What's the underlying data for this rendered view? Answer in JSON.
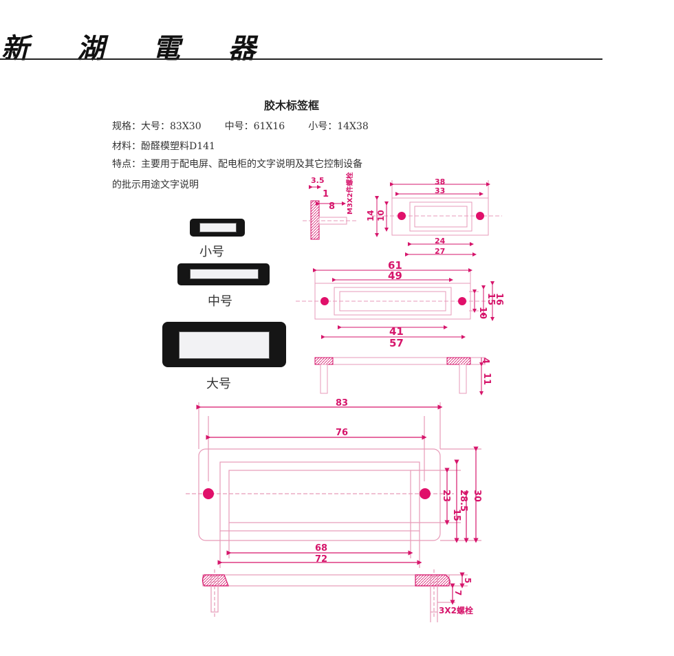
{
  "brand": "新 湖 電 器",
  "title": "胶木标签框",
  "spec": {
    "label": "规格：",
    "large": "大号：83X30",
    "medium": "中号：61X16",
    "small": "小号：14X38"
  },
  "material": "材料：酚醛模塑料D141",
  "feature_line1": "特点：主要用于配电屏、配电柜的文字说明及其它控制设备",
  "feature_line2": "的批示用途文字说明",
  "captions": {
    "small": "小号",
    "medium": "中号",
    "large": "大号"
  },
  "dims_small": {
    "a": "3.5",
    "b": "1",
    "c": "8",
    "d": "M3X2件螺栓",
    "e": "14",
    "f": "10",
    "w1": "38",
    "w2": "33",
    "w3": "24",
    "w4": "27"
  },
  "dims_medium": {
    "w1": "61",
    "w2": "49",
    "w3": "41",
    "w4": "57",
    "h1": "10",
    "h2": "15",
    "h3": "16",
    "s1": "4",
    "s2": "11"
  },
  "dims_large": {
    "w1": "83",
    "w2": "76",
    "w3": "68",
    "w4": "72",
    "h1": "23",
    "h2": "28.5",
    "h3": "15",
    "h4": "30",
    "s1": "5",
    "s2": "7",
    "bolt": "3X2螺栓"
  },
  "colors": {
    "dimension": "#d6156b",
    "outline": "#e79ab8",
    "hole": "#e0106a"
  }
}
